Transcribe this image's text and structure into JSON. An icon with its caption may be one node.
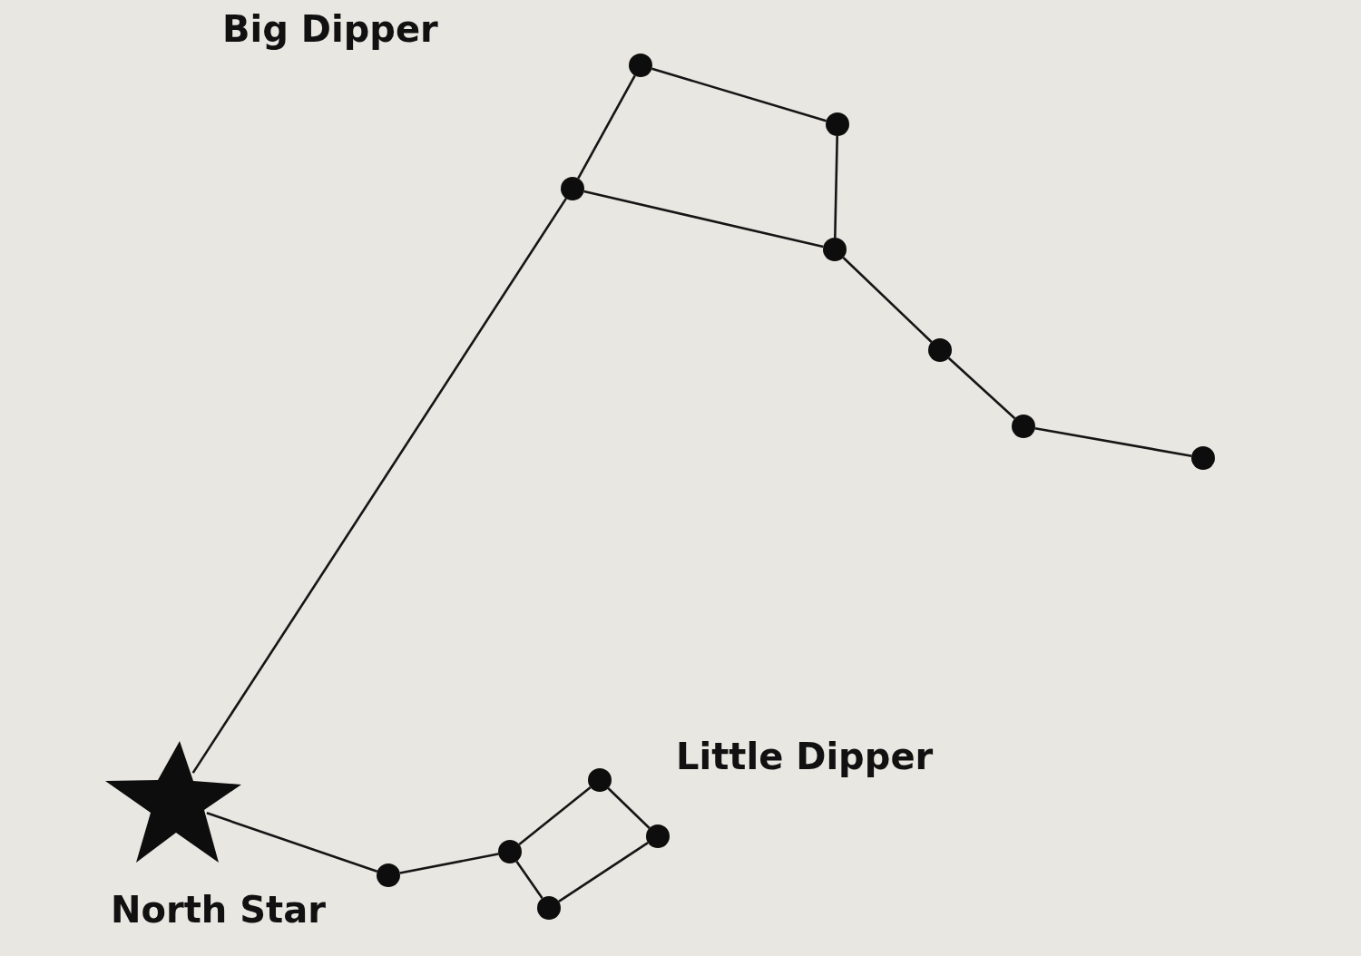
{
  "diagram": {
    "nodes": [
      {
        "text": [],
        "shape": "circle"
      },
      {
        "text": [],
        "shape": "circle"
      },
      {
        "text": [],
        "shape": "circle"
      },
      {
        "text": [],
        "shape": "circle"
      },
      {
        "text": [],
        "shape": "circle"
      },
      {
        "text": [],
        "shape": "circle"
      },
      {
        "text": [],
        "shape": "circle"
      },
      {
        "text": [],
        "shape": "circle"
      },
      {
        "text": [],
        "shape": "star",
        "beside": [
          "North Star"
        ]
      },
      {
        "text": [],
        "shape": "circle"
      },
      {
        "text": [],
        "shape": "circle"
      },
      {
        "text": [],
        "shape": "circle"
      },
      {
        "text": [],
        "shape": "circle"
      }
    ],
    "edges": [
      {
        "from": 0,
        "to": 1,
        "arrow": "none"
      },
      {
        "from": 0,
        "to": 2,
        "arrow": "none"
      },
      {
        "from": 1,
        "to": 3,
        "arrow": "none"
      },
      {
        "from": 2,
        "to": 3,
        "arrow": "none"
      },
      {
        "from": 3,
        "to": 4,
        "arrow": "none"
      },
      {
        "from": 4,
        "to": 5,
        "arrow": "none"
      },
      {
        "from": 5,
        "to": 6,
        "arrow": "none"
      },
      {
        "from": 2,
        "to": 8,
        "arrow": "none"
      },
      {
        "from": 8,
        "to": 11,
        "arrow": "none"
      },
      {
        "from": 11,
        "to": 10,
        "arrow": "none"
      },
      {
        "from": 10,
        "to": 7,
        "arrow": "none"
      },
      {
        "from": 7,
        "to": 9,
        "arrow": "none"
      },
      {
        "from": 9,
        "to": 12,
        "arrow": "none"
      },
      {
        "from": 12,
        "to": 10,
        "arrow": "none"
      }
    ],
    "labels": [
      "Big Dipper",
      "Little Dipper"
    ]
  }
}
